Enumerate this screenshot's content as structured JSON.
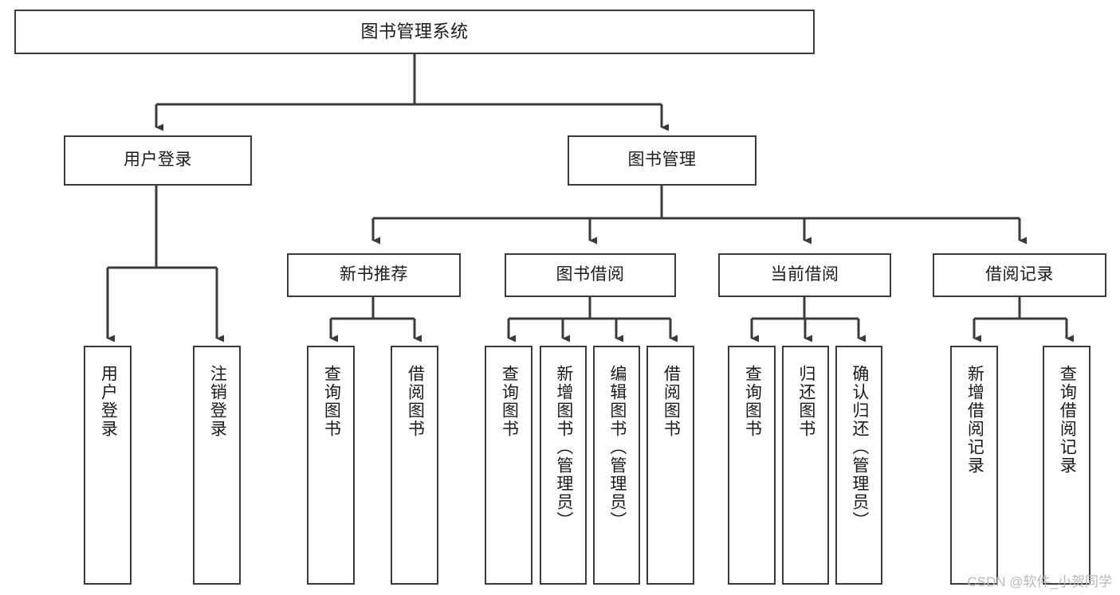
{
  "diagram": {
    "type": "hierarchy-tree",
    "title": "图书管理系统",
    "colors": {
      "background": "#ffffff",
      "stroke": "#3a3a3a",
      "text": "#1a1a1a",
      "watermark": "#b9b9b9"
    },
    "levels": {
      "root": {
        "label": "图书管理系统"
      },
      "level2": [
        {
          "label": "用户登录"
        },
        {
          "label": "图书管理"
        }
      ],
      "level3": [
        {
          "label": "新书推荐"
        },
        {
          "label": "图书借阅"
        },
        {
          "label": "当前借阅"
        },
        {
          "label": "借阅记录"
        }
      ],
      "leaves": {
        "user_login": [
          {
            "label": "用户登录"
          },
          {
            "label": "注销登录"
          }
        ],
        "new_book_recommend": [
          {
            "label": "查询图书"
          },
          {
            "label": "借阅图书"
          }
        ],
        "book_borrow": [
          {
            "label": "查询图书"
          },
          {
            "label": "新增图书（管理员）"
          },
          {
            "label": "编辑图书（管理员）"
          },
          {
            "label": "借阅图书"
          }
        ],
        "current_borrow": [
          {
            "label": "查询图书"
          },
          {
            "label": "归还图书"
          },
          {
            "label": "确认归还（管理员）"
          }
        ],
        "borrow_record": [
          {
            "label": "新增借阅记录"
          },
          {
            "label": "查询借阅记录"
          }
        ]
      }
    }
  },
  "watermark": {
    "text": "CSDN @软件_小贺同学"
  }
}
